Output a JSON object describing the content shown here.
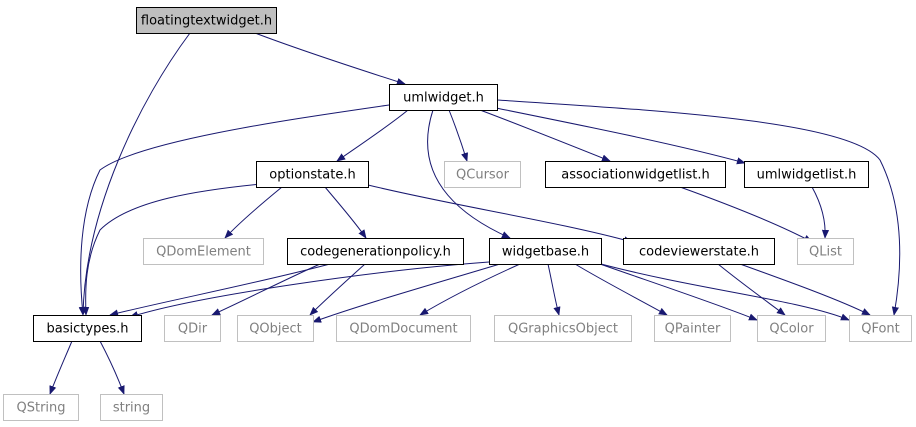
{
  "colors": {
    "edge": "#191970",
    "node_border": "#000000",
    "external_border": "#c0c0c0",
    "root_fill": "#bfbfbf",
    "node_fill": "#ffffff",
    "text": "#000000",
    "external_text": "#808080"
  },
  "nodes": [
    {
      "id": "floatingtextwidget_h",
      "label": "floatingtextwidget.h",
      "kind": "root"
    },
    {
      "id": "umlwidget_h",
      "label": "umlwidget.h",
      "kind": "header"
    },
    {
      "id": "optionstate_h",
      "label": "optionstate.h",
      "kind": "header"
    },
    {
      "id": "QCursor",
      "label": "QCursor",
      "kind": "external"
    },
    {
      "id": "associationwidgetlist_h",
      "label": "associationwidgetlist.h",
      "kind": "header"
    },
    {
      "id": "umlwidgetlist_h",
      "label": "umlwidgetlist.h",
      "kind": "header"
    },
    {
      "id": "QDomElement",
      "label": "QDomElement",
      "kind": "external"
    },
    {
      "id": "codegenerationpolicy_h",
      "label": "codegenerationpolicy.h",
      "kind": "header"
    },
    {
      "id": "widgetbase_h",
      "label": "widgetbase.h",
      "kind": "header"
    },
    {
      "id": "codeviewerstate_h",
      "label": "codeviewerstate.h",
      "kind": "header"
    },
    {
      "id": "QList",
      "label": "QList",
      "kind": "external"
    },
    {
      "id": "basictypes_h",
      "label": "basictypes.h",
      "kind": "header"
    },
    {
      "id": "QDir",
      "label": "QDir",
      "kind": "external"
    },
    {
      "id": "QObject",
      "label": "QObject",
      "kind": "external"
    },
    {
      "id": "QDomDocument",
      "label": "QDomDocument",
      "kind": "external"
    },
    {
      "id": "QGraphicsObject",
      "label": "QGraphicsObject",
      "kind": "external"
    },
    {
      "id": "QPainter",
      "label": "QPainter",
      "kind": "external"
    },
    {
      "id": "QColor",
      "label": "QColor",
      "kind": "external"
    },
    {
      "id": "QFont",
      "label": "QFont",
      "kind": "external"
    },
    {
      "id": "QString",
      "label": "QString",
      "kind": "external"
    },
    {
      "id": "string",
      "label": "string",
      "kind": "external"
    }
  ],
  "edges": [
    {
      "from": "floatingtextwidget_h",
      "to": "umlwidget_h"
    },
    {
      "from": "floatingtextwidget_h",
      "to": "basictypes_h"
    },
    {
      "from": "umlwidget_h",
      "to": "basictypes_h"
    },
    {
      "from": "umlwidget_h",
      "to": "optionstate_h"
    },
    {
      "from": "umlwidget_h",
      "to": "QCursor"
    },
    {
      "from": "umlwidget_h",
      "to": "associationwidgetlist_h"
    },
    {
      "from": "umlwidget_h",
      "to": "umlwidgetlist_h"
    },
    {
      "from": "umlwidget_h",
      "to": "widgetbase_h"
    },
    {
      "from": "umlwidget_h",
      "to": "QFont"
    },
    {
      "from": "optionstate_h",
      "to": "basictypes_h"
    },
    {
      "from": "optionstate_h",
      "to": "QDomElement"
    },
    {
      "from": "optionstate_h",
      "to": "codegenerationpolicy_h"
    },
    {
      "from": "optionstate_h",
      "to": "codeviewerstate_h"
    },
    {
      "from": "associationwidgetlist_h",
      "to": "QList"
    },
    {
      "from": "umlwidgetlist_h",
      "to": "QList"
    },
    {
      "from": "codegenerationpolicy_h",
      "to": "basictypes_h"
    },
    {
      "from": "codegenerationpolicy_h",
      "to": "QDir"
    },
    {
      "from": "codegenerationpolicy_h",
      "to": "QObject"
    },
    {
      "from": "widgetbase_h",
      "to": "basictypes_h"
    },
    {
      "from": "widgetbase_h",
      "to": "QObject"
    },
    {
      "from": "widgetbase_h",
      "to": "QDomDocument"
    },
    {
      "from": "widgetbase_h",
      "to": "QGraphicsObject"
    },
    {
      "from": "widgetbase_h",
      "to": "QPainter"
    },
    {
      "from": "widgetbase_h",
      "to": "QColor"
    },
    {
      "from": "widgetbase_h",
      "to": "QFont"
    },
    {
      "from": "codeviewerstate_h",
      "to": "QColor"
    },
    {
      "from": "codeviewerstate_h",
      "to": "QFont"
    },
    {
      "from": "basictypes_h",
      "to": "QString"
    },
    {
      "from": "basictypes_h",
      "to": "string"
    }
  ]
}
